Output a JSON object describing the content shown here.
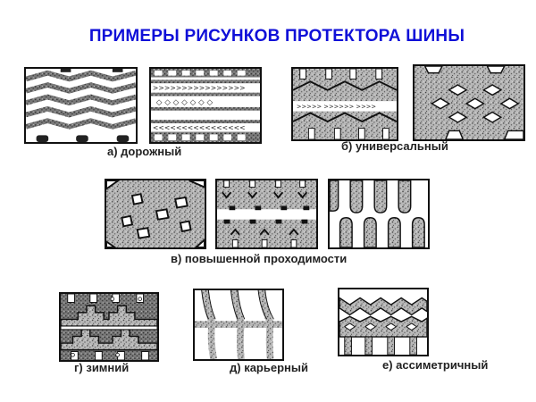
{
  "title": "ПРИМЕРЫ РИСУНКОВ ПРОТЕКТОРА ШИНЫ",
  "groups": [
    {
      "id": "a",
      "label": "а) дорожный",
      "patterns": [
        "wavy-ribs",
        "ribbed-chevrons"
      ]
    },
    {
      "id": "b",
      "label": "б) универсальный",
      "patterns": [
        "diagonal-blocks",
        "diamond-lattice"
      ]
    },
    {
      "id": "v",
      "label": "в) повышенной проходимости",
      "patterns": [
        "crosshatch-lugs",
        "chevron-lugs",
        "parallel-lugs"
      ]
    },
    {
      "id": "g",
      "label": "г) зимний",
      "patterns": [
        "stepped-zigzag"
      ]
    },
    {
      "id": "d",
      "label": "д) карьерный",
      "patterns": [
        "wide-grid"
      ]
    },
    {
      "id": "e",
      "label": "е) ассиметричный",
      "patterns": [
        "asymmetric-zigzag"
      ]
    }
  ],
  "colors": {
    "title": "#1010d8",
    "ink": "#111111",
    "rubber": "#8a8a8a"
  }
}
